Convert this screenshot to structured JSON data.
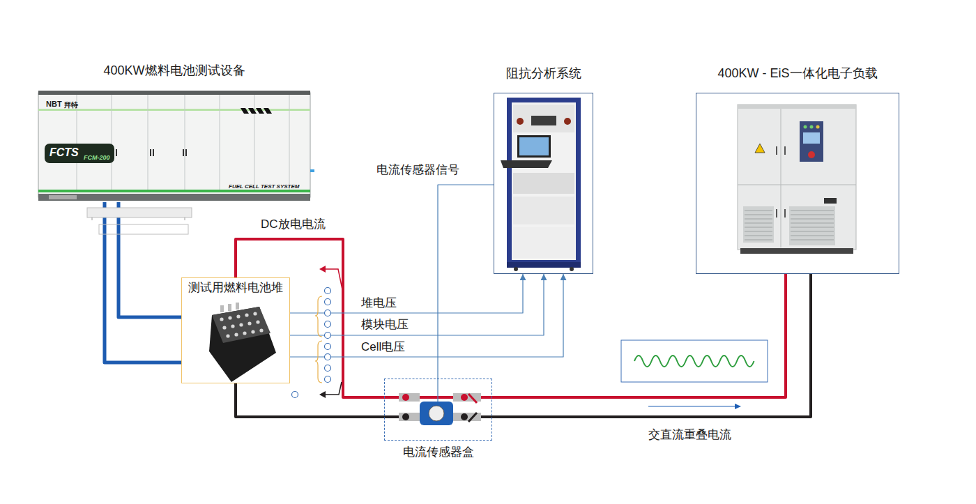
{
  "diagram": {
    "nodes": [
      {
        "text": [
          "400KW燃料电池测试设备"
        ]
      },
      {
        "text": [
          "阻抗分析系统"
        ]
      },
      {
        "text": [
          "400KW - EiS一体化电子负载"
        ]
      },
      {
        "text": [
          "测试用燃料电池堆"
        ]
      },
      {
        "text": [
          "电流传感器盒"
        ]
      }
    ],
    "edges": [
      {
        "from": 0,
        "to": 3,
        "arrow": "none"
      },
      {
        "from": 0,
        "to": 3,
        "arrow": "none"
      },
      {
        "from": 3,
        "to": 4,
        "label": "DC放电电流",
        "arrow": "none"
      },
      {
        "from": 3,
        "to": 4,
        "arrow": "none"
      },
      {
        "from": 4,
        "to": 2,
        "arrow": "none"
      },
      {
        "from": 4,
        "to": 2,
        "arrow": "none"
      },
      {
        "from": 4,
        "to": 1,
        "label": "电流传感器信号",
        "arrow": "none"
      },
      {
        "from": 3,
        "to": 1,
        "label": "堆电压",
        "arrow": "to"
      },
      {
        "from": 3,
        "to": 1,
        "label": "模块电压",
        "arrow": "to"
      },
      {
        "from": 3,
        "to": 1,
        "label": "Cell电压",
        "arrow": "to"
      }
    ],
    "labels": [
      "NBT",
      "拜特",
      "FCTS",
      "FCM-200",
      "FUEL CELL TEST SYSTEM",
      "交直流重叠电流"
    ]
  }
}
